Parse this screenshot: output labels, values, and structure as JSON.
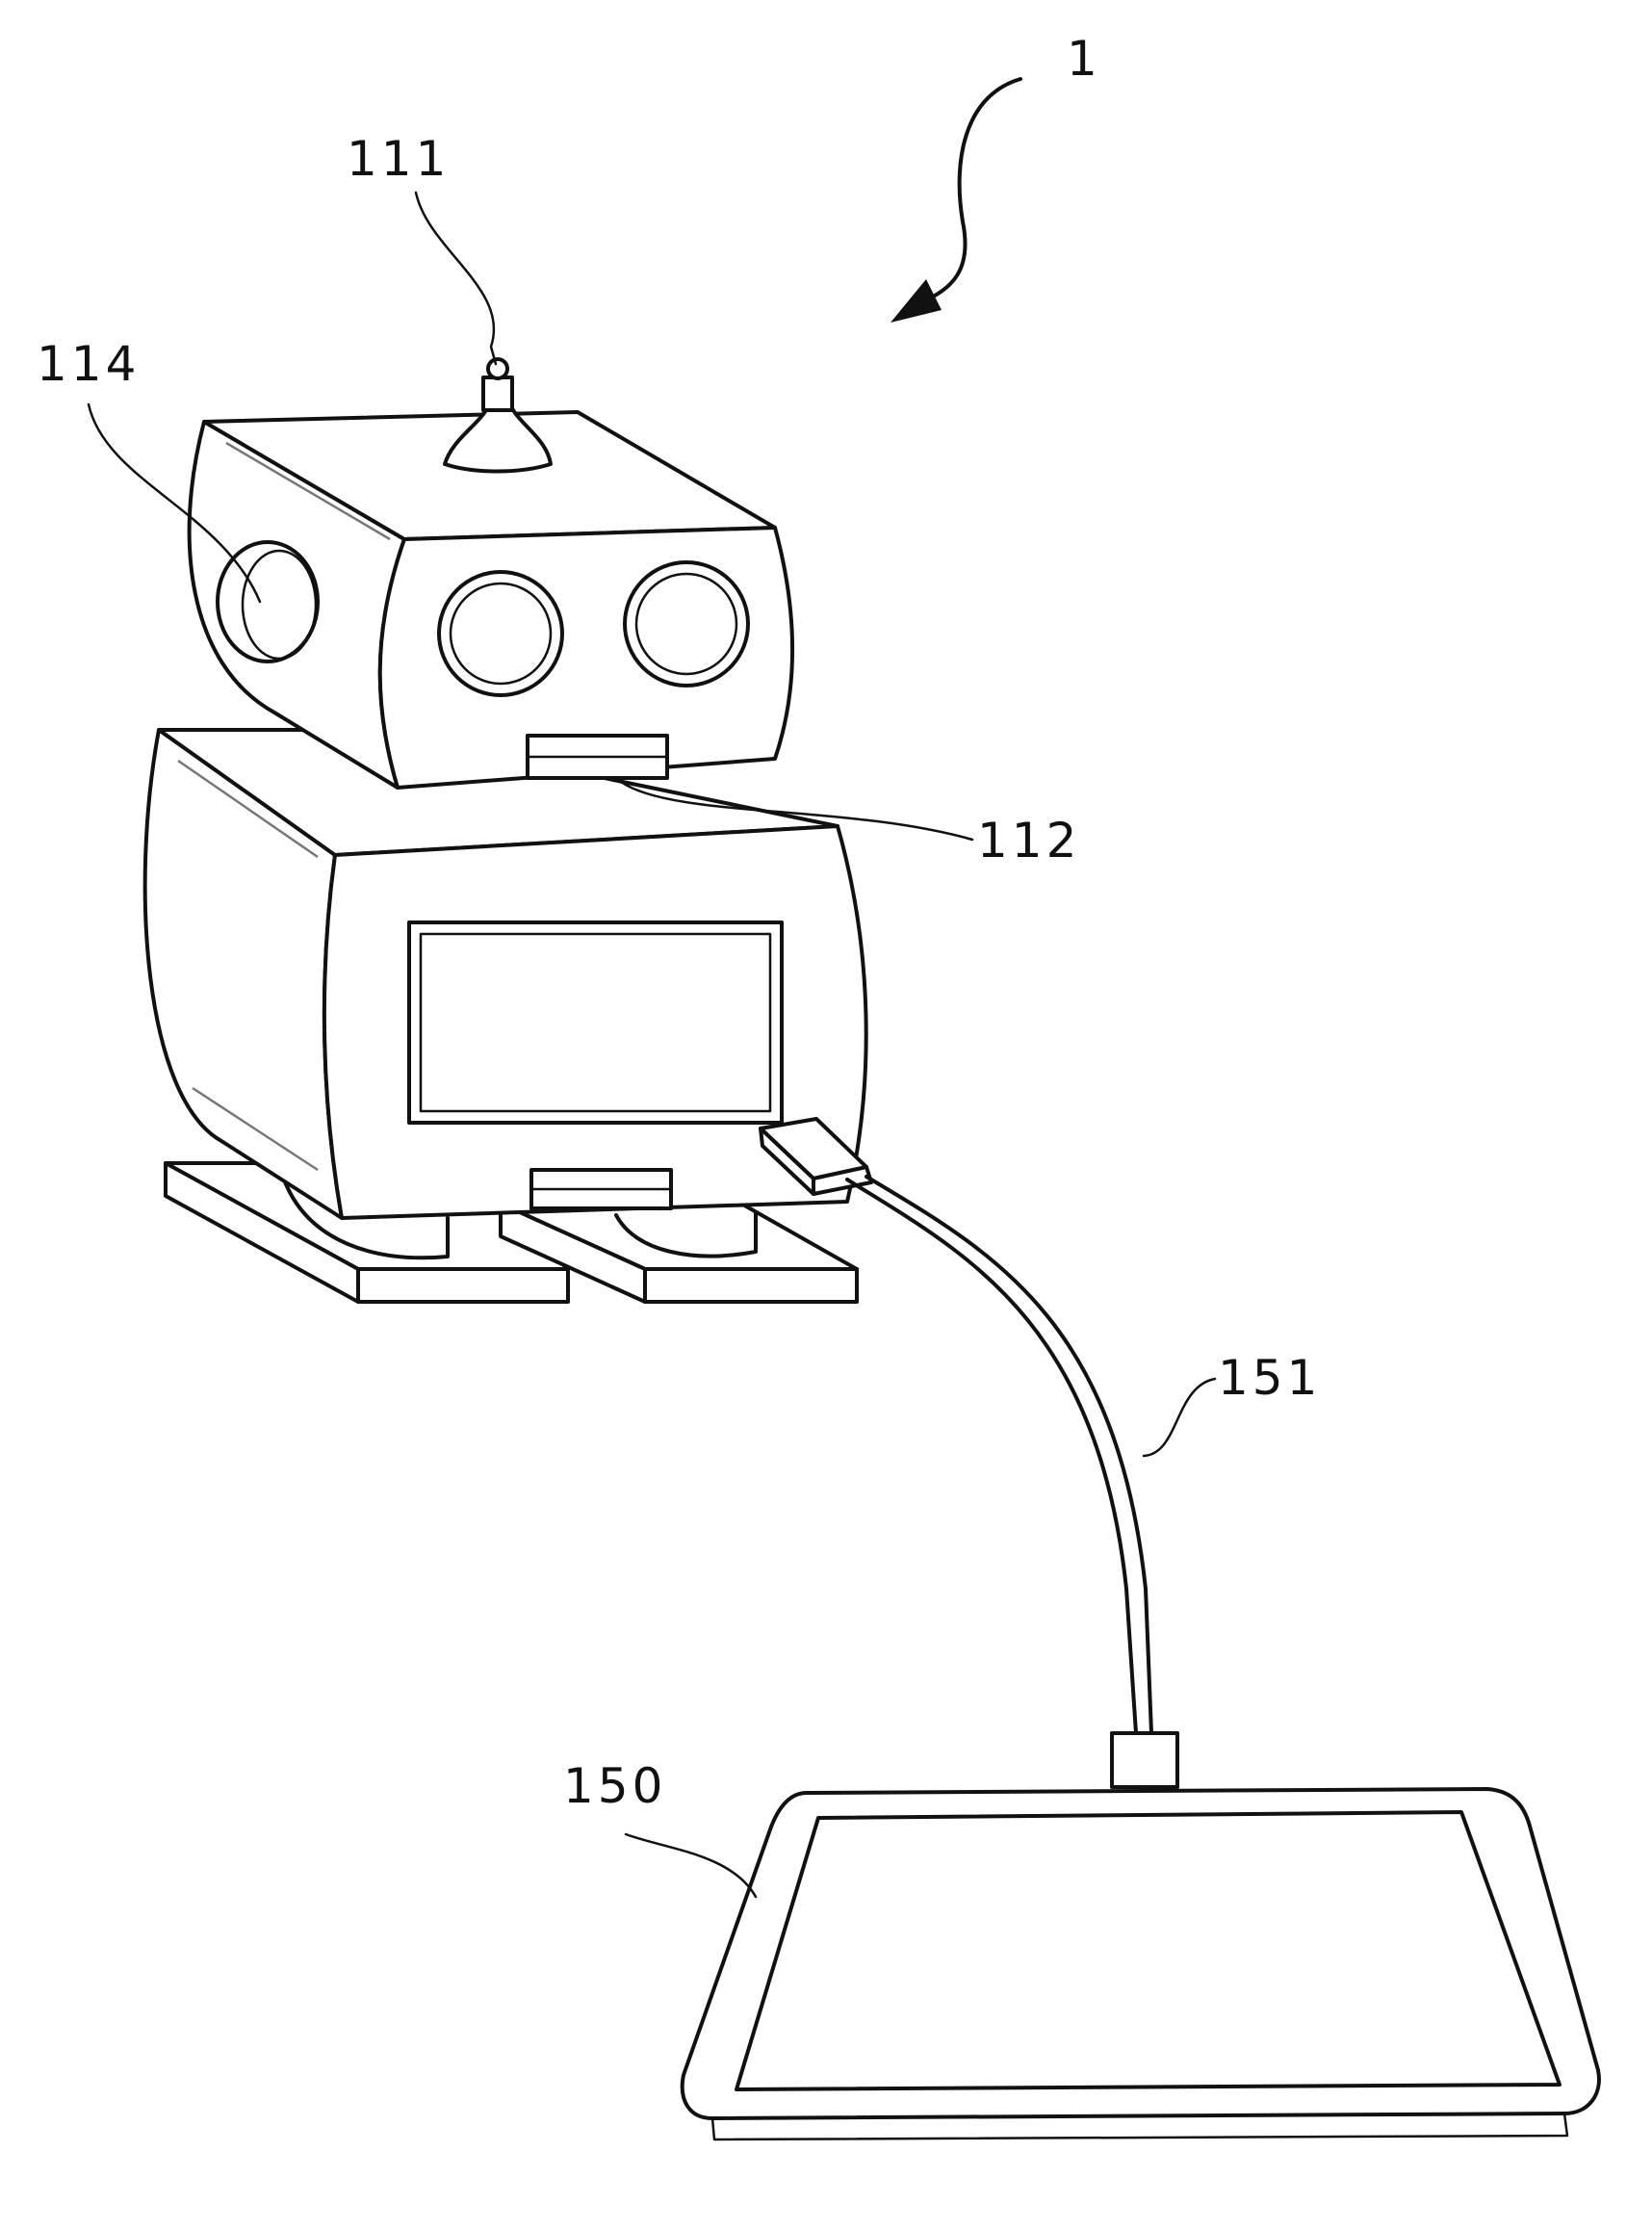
{
  "figure": {
    "reference_numerals": {
      "assembly": "1",
      "antenna": "111",
      "connector": "112",
      "side_lens": "114",
      "cable": "151",
      "tablet": "150"
    }
  }
}
